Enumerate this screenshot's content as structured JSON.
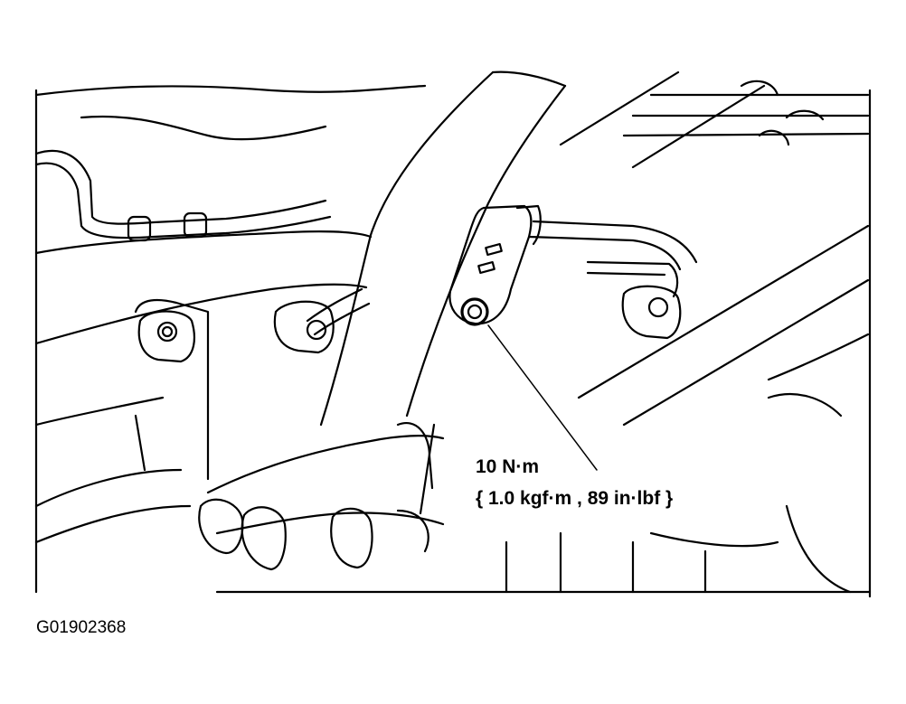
{
  "callout": {
    "torque_metric": "10 N·m",
    "torque_alt": "{ 1.0 kgf·m , 89 in·lbf }"
  },
  "figure_id": "G01902368"
}
